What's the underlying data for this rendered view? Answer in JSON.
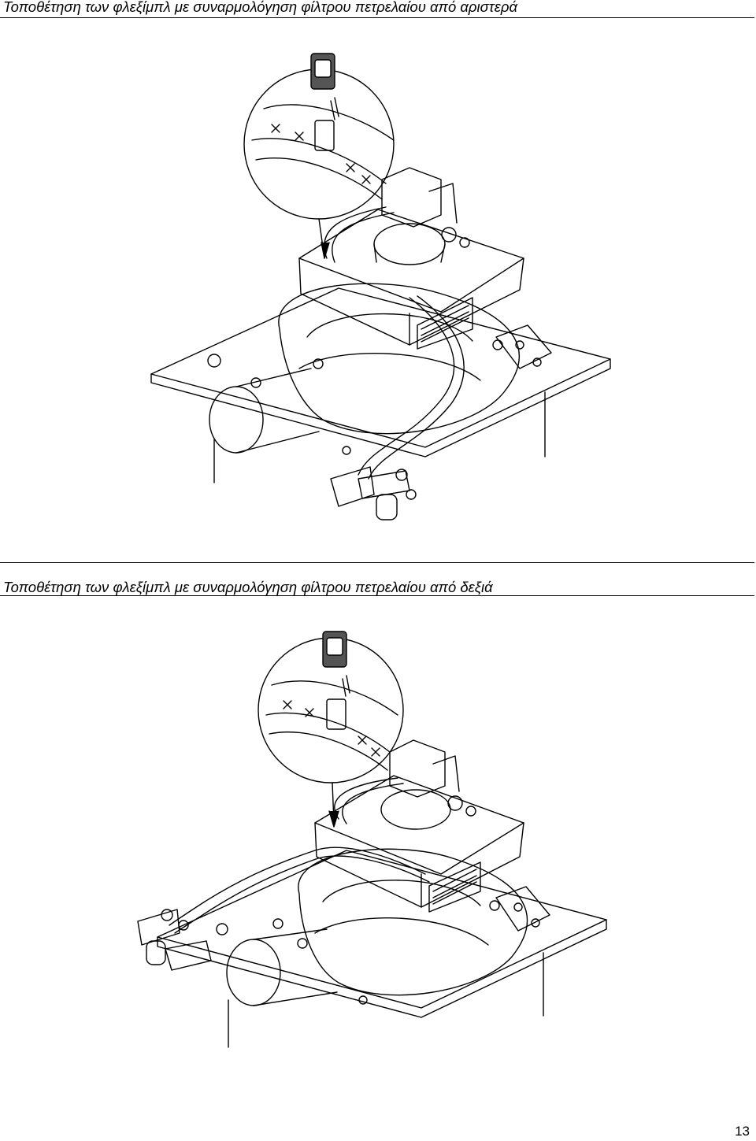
{
  "sections": [
    {
      "title": "Τοποθέτηση των φλεξίμπλ με συναρμολόγηση φίλτρου πετρελαίου από αριστερά",
      "figure_icon": "burner-with-left-oil-filter-drawing"
    },
    {
      "title": "Τοποθέτηση των φλεξίμπλ με συναρμολόγηση φίλτρου πετρελαίου από δεξιά",
      "figure_icon": "burner-with-right-oil-filter-drawing"
    }
  ],
  "page_number": "13"
}
